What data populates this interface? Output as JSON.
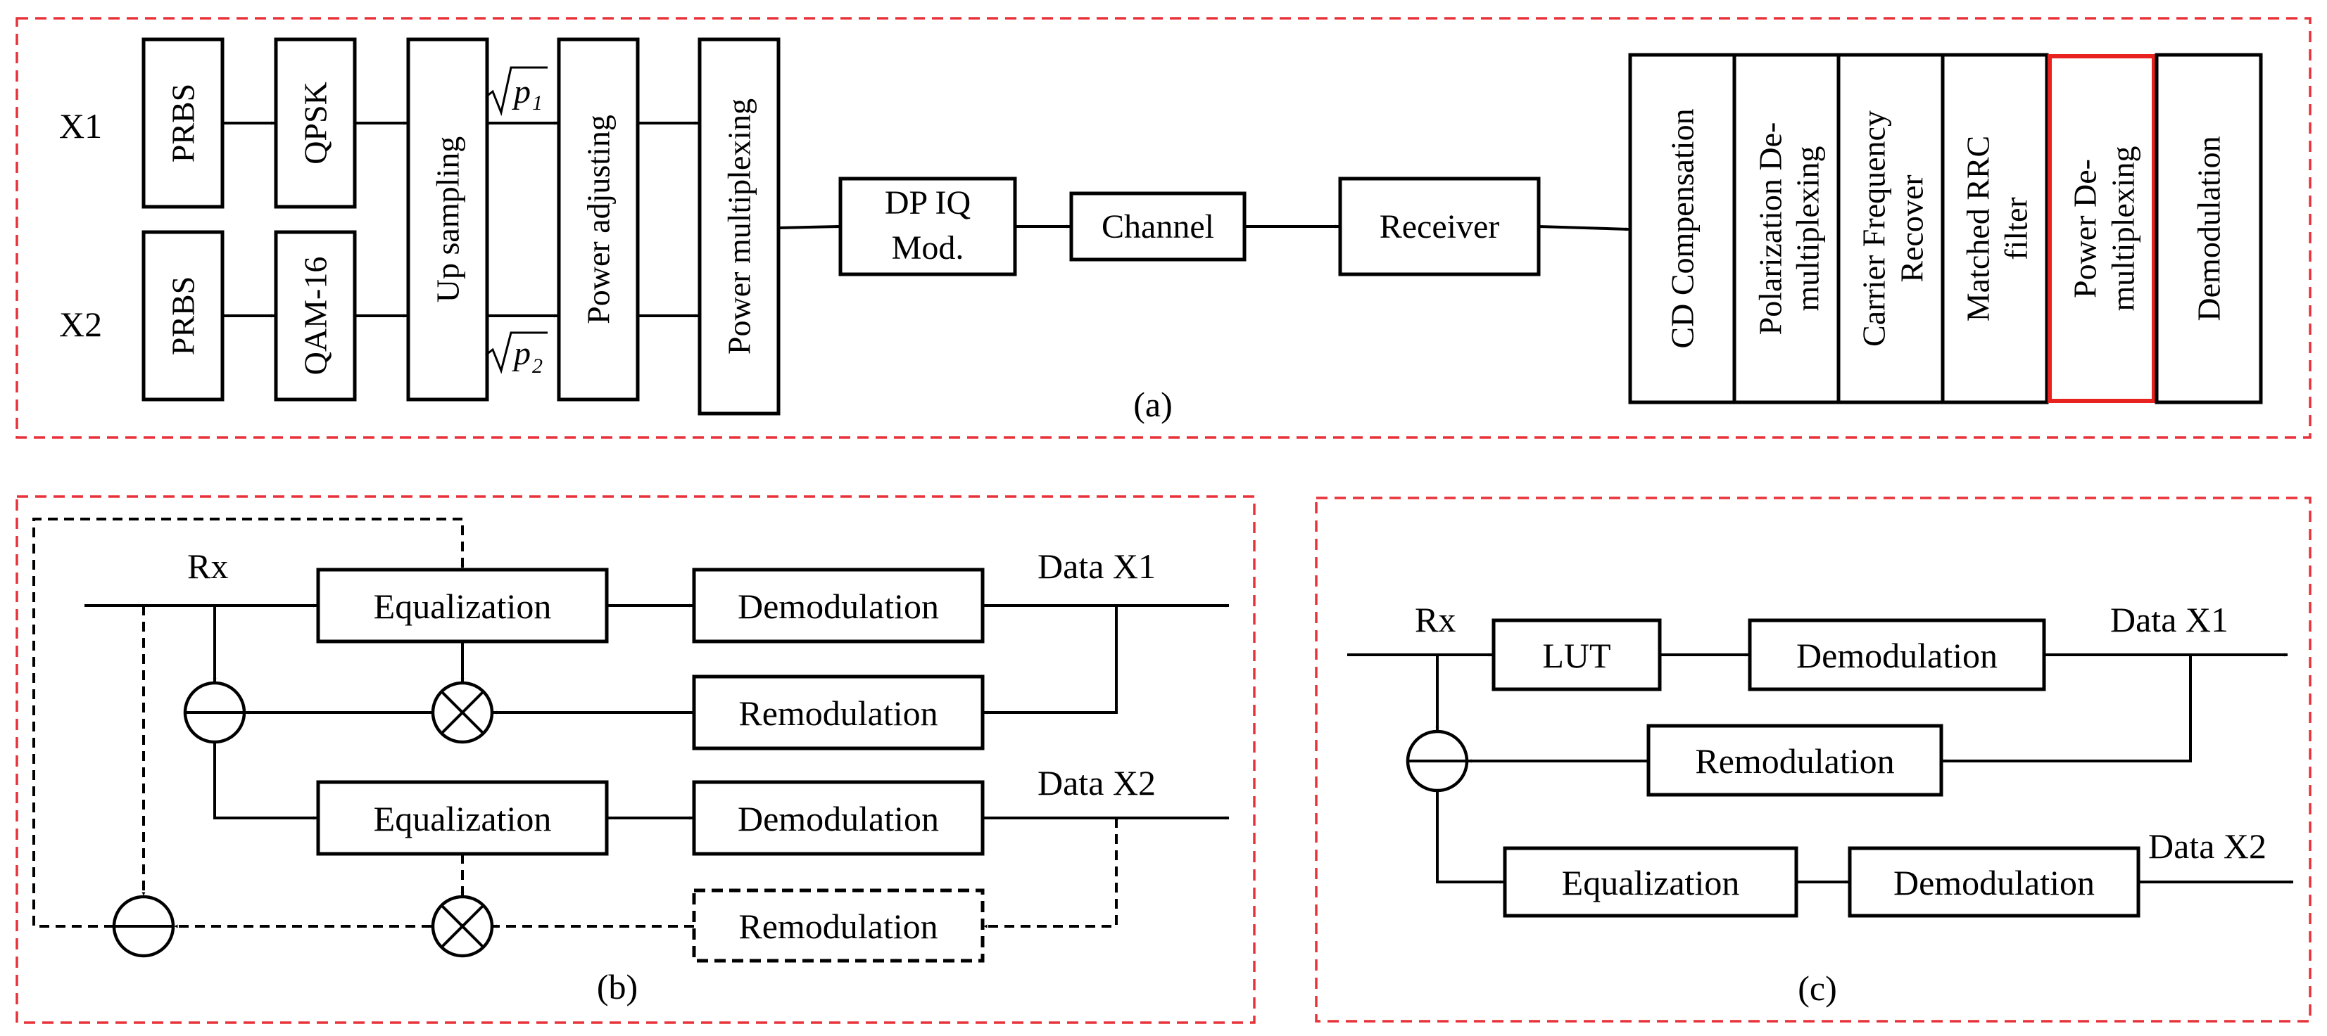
{
  "panel_a": {
    "caption": "(a)",
    "inputs": [
      "X1",
      "X2"
    ],
    "prbs_1": "PRBS",
    "prbs_2": "PRBS",
    "mod_1": "QPSK",
    "mod_2": "QAM-16",
    "up_sampling": "Up sampling",
    "power_adjusting": "Power adjusting",
    "power_multiplexing": "Power multiplexing",
    "sqrt_p1_var": "p",
    "sqrt_p1_sub": "1",
    "sqrt_p2_var": "p",
    "sqrt_p2_sub": "2",
    "dp_iq_line1": "DP IQ",
    "dp_iq_line2": "Mod.",
    "channel": "Channel",
    "receiver": "Receiver",
    "dsp_blocks": [
      {
        "line1": "CD Compensation",
        "line2": ""
      },
      {
        "line1": "Polarization De-",
        "line2": "multiplexing"
      },
      {
        "line1": "Carrier Frequency",
        "line2": "Recover"
      },
      {
        "line1": "Matched RRC",
        "line2": "filter"
      },
      {
        "line1": "Power  De-",
        "line2": "multiplexing"
      },
      {
        "line1": "Demodulation",
        "line2": ""
      }
    ],
    "highlight_color": "#e8231f"
  },
  "panel_b": {
    "caption": "(b)",
    "rx": "Rx",
    "equalization_1": "Equalization",
    "equalization_2": "Equalization",
    "demodulation_1": "Demodulation",
    "demodulation_2": "Demodulation",
    "remodulation_1": "Remodulation",
    "remodulation_2": "Remodulation",
    "data_x1": "Data X1",
    "data_x2": "Data X2"
  },
  "panel_c": {
    "caption": "(c)",
    "rx": "Rx",
    "lut": "LUT",
    "demodulation_1": "Demodulation",
    "remodulation": "Remodulation",
    "equalization": "Equalization",
    "demodulation_2": "Demodulation",
    "data_x1": "Data X1",
    "data_x2": "Data X2"
  },
  "frame_color": "#e8323a"
}
